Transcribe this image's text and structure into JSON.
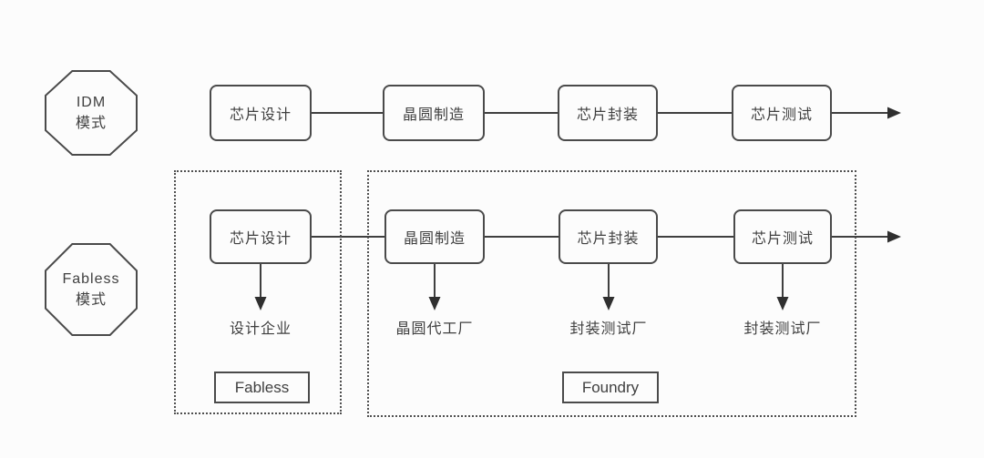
{
  "diagram": {
    "background": "#fcfcfc",
    "line_color": "#3f3f3f",
    "border_color": "#4a4a4a"
  },
  "rows": {
    "idm": {
      "mode": {
        "line1": "IDM",
        "line2": "模式"
      },
      "steps": [
        "芯片设计",
        "晶圆制造",
        "芯片封装",
        "芯片测试"
      ]
    },
    "fabless": {
      "mode": {
        "line1": "Fabless",
        "line2": "模式"
      },
      "steps": [
        "芯片设计",
        "晶圆制造",
        "芯片封装",
        "芯片测试"
      ],
      "actors": [
        "设计企业",
        "晶圆代工厂",
        "封装测试厂",
        "封装测试厂"
      ]
    }
  },
  "regions": {
    "fabless_label": "Fabless",
    "foundry_label": "Foundry"
  }
}
